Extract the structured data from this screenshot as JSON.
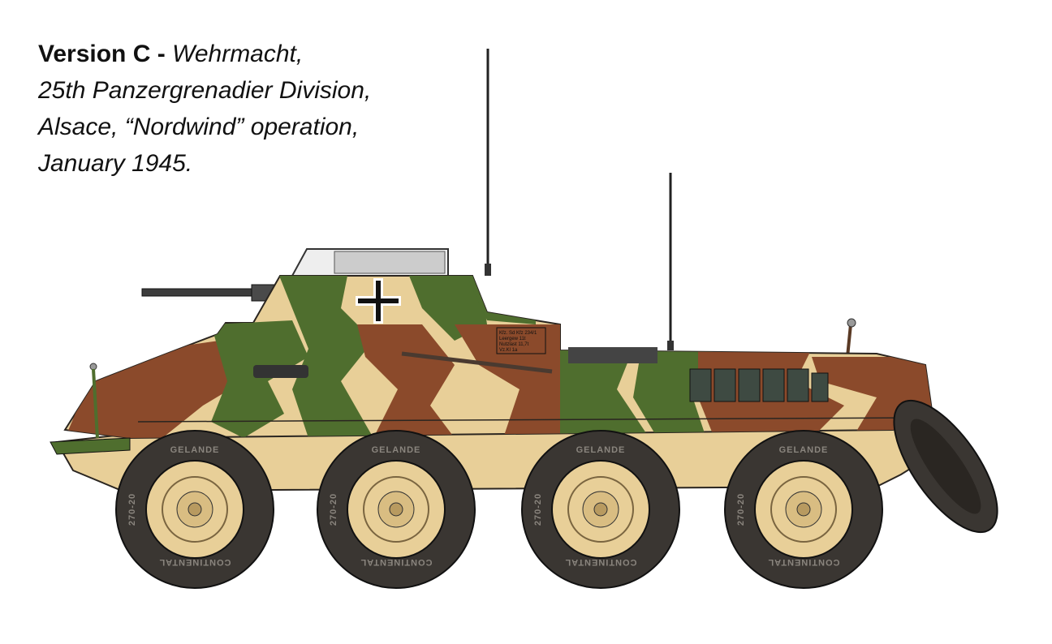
{
  "caption": {
    "version_label": "Version C -",
    "lines": [
      "Wehrmacht,",
      "25th Panzergrenadier Division,",
      "Alsace, “Nordwind” operation,",
      "January 1945."
    ]
  },
  "illustration": {
    "stencil_lines": [
      "Kfz. Sd Kfz 234/1",
      "Leergew 11t",
      "Nutzlast 11,7t",
      "Vz.Kl 1a"
    ],
    "tire_text": [
      "GELANDE",
      "270-20",
      "CONTINENTAL"
    ],
    "colors": {
      "sand": "#e8cf98",
      "brown": "#8b4a2b",
      "green": "#4f6e2e",
      "tire": "#3a3632",
      "outline": "#2a2520"
    }
  }
}
